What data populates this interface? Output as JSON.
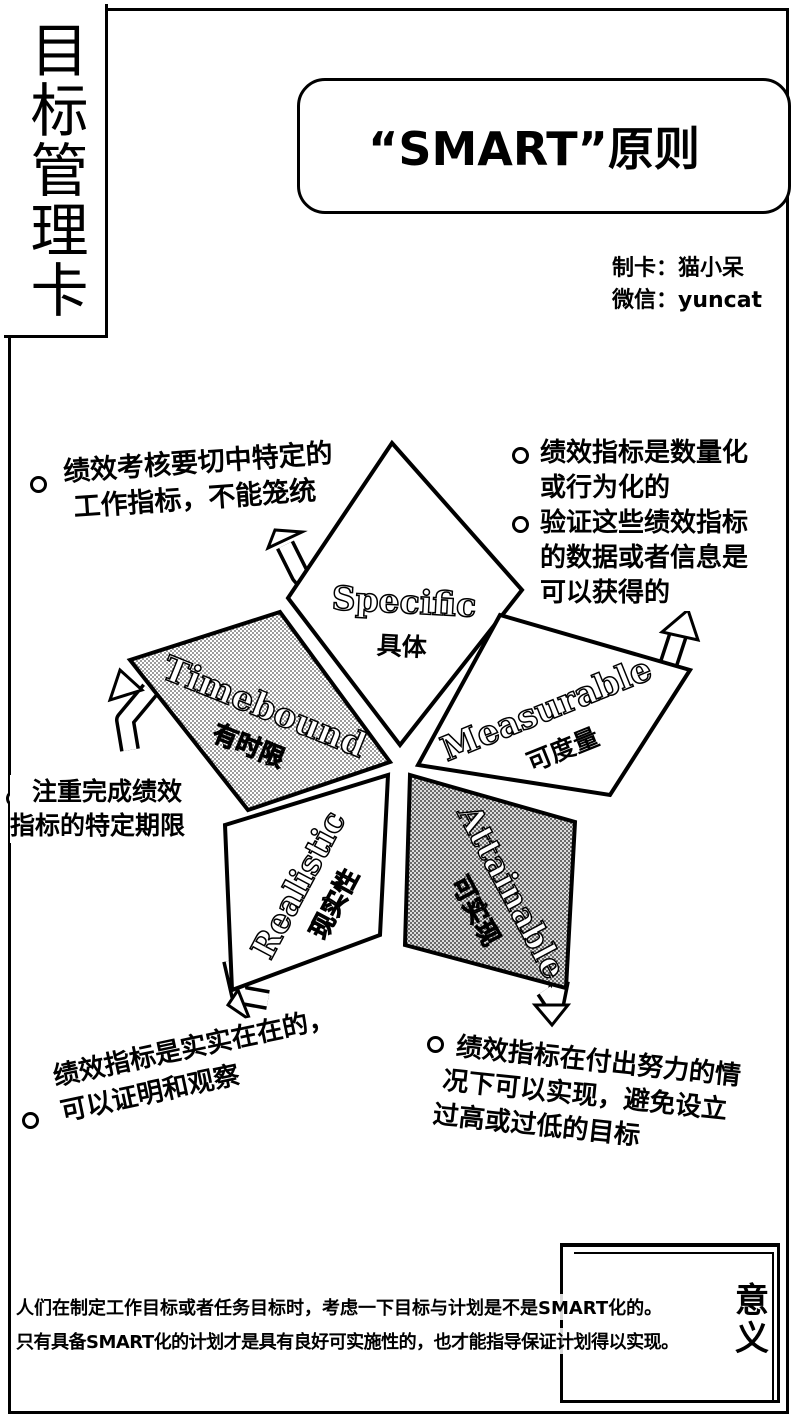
{
  "card": {
    "vertical_title": "目标管理卡",
    "title": "“SMART”原则",
    "credit_line1": "制卡：猫小呆",
    "credit_line2": "微信：yuncat"
  },
  "petals": {
    "specific": {
      "en": "Specific",
      "zh": "具体"
    },
    "measurable": {
      "en": "Measurable",
      "zh": "可度量"
    },
    "attainable": {
      "en": "Attainable",
      "zh": "可实现"
    },
    "realistic": {
      "en": "Realistic",
      "zh": "现实性"
    },
    "timebound": {
      "en": "Timebound",
      "zh": "有时限"
    }
  },
  "notes": {
    "specific_line1": "绩效考核要切中特定的",
    "specific_line2": "工作指标，不能笼统",
    "measurable_a_line1": "绩效指标是数量化",
    "measurable_a_line2": "或行为化的",
    "measurable_b_line1": "验证这些绩效指标",
    "measurable_b_line2": "的数据或者信息是",
    "measurable_b_line3": "可以获得的",
    "timebound_line1": "注重完成绩效",
    "timebound_line2": "指标的特定期限",
    "realistic_line1": "绩效指标是实实在在的，",
    "realistic_line2": "可以证明和观察",
    "attainable_line1": "绩效指标在付出努力的情",
    "attainable_line2": "况下可以实现，避免设立",
    "attainable_line3": "过高或过低的目标"
  },
  "meaning": {
    "label": "意义",
    "line1": "人们在制定工作目标或者任务目标时，考虑一下目标与计划是不是SMART化的。",
    "line2": "只有具备SMART化的计划才是具有良好可实施性的，也才能指导保证计划得以实现。"
  }
}
